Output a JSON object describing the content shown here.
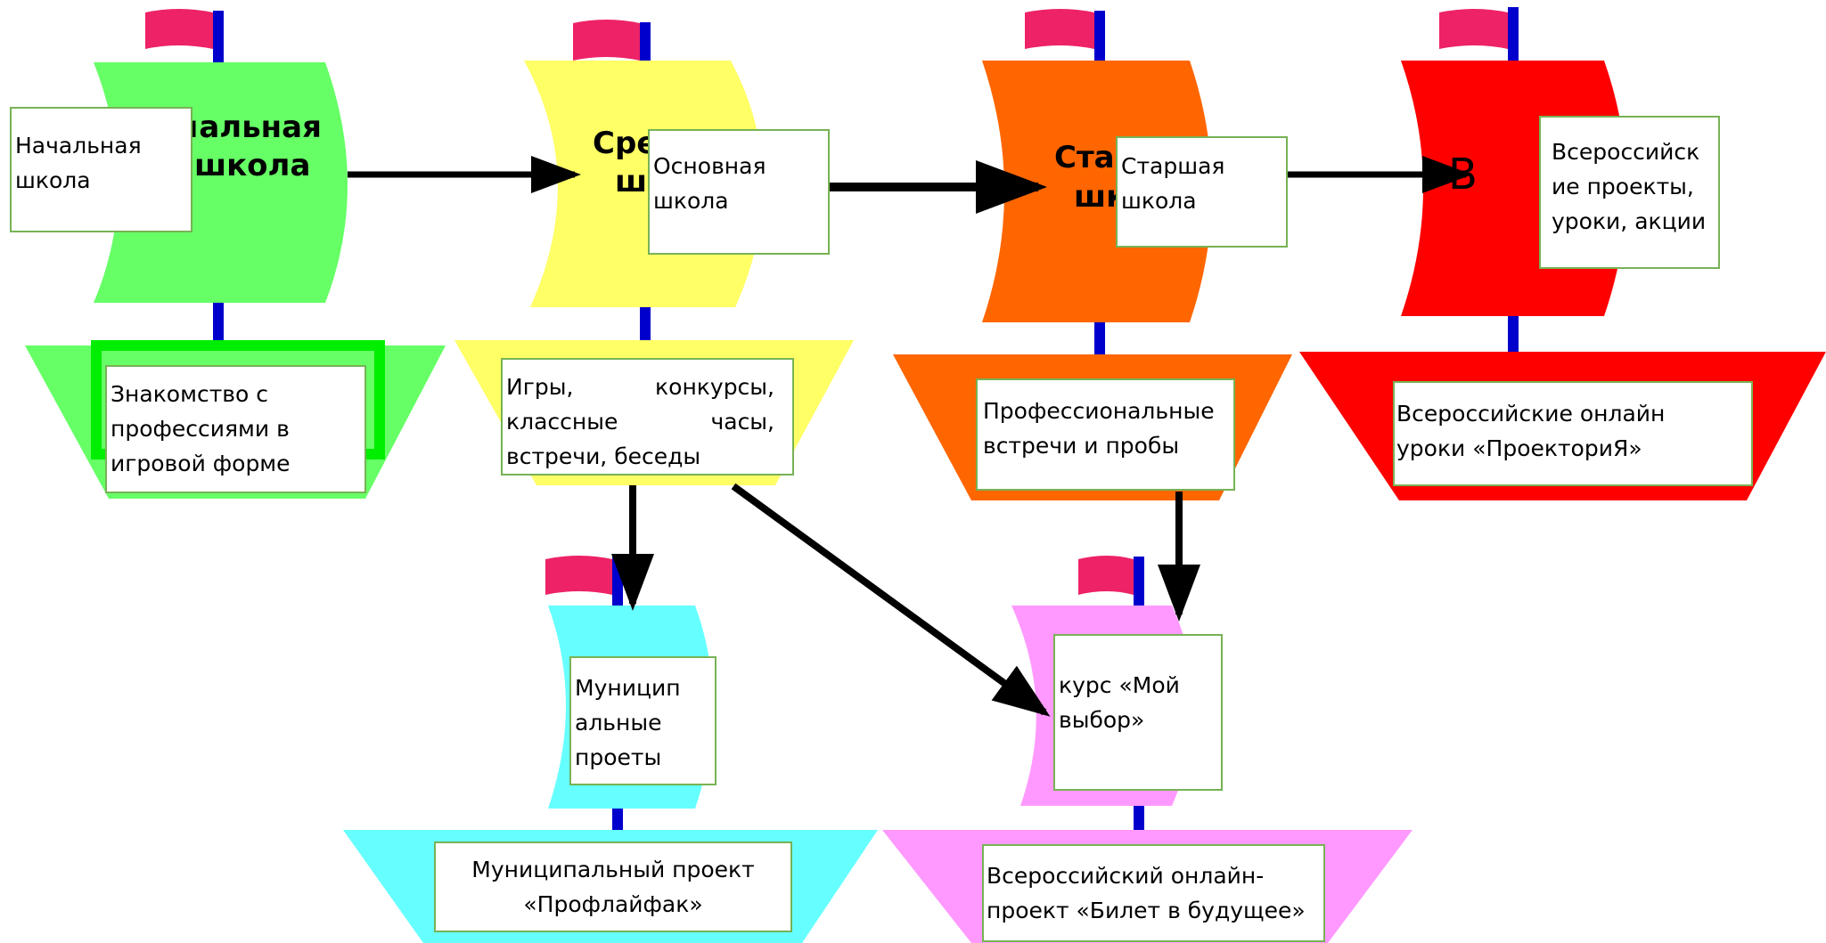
{
  "colors": {
    "stage1": "#66ff66",
    "stage2": "#ffff66",
    "stage3": "#ff6600",
    "stage4": "#ff0000",
    "municipal": "#66ffff",
    "course": "#ff99ff",
    "flag": "#ee2266",
    "mast": "#0000cc",
    "box_border": "#77b255"
  },
  "ships": {
    "stage1": {
      "sail_fragment": [
        "чальная",
        "школа"
      ],
      "sail_label": "Начальная\nшкола",
      "hull_label": "Знакомство с\nпрофессиями в\nигровой форме"
    },
    "stage2": {
      "sail_fragment": [
        "Сре",
        "шк"
      ],
      "sail_label": "Основная\nшкола",
      "hull_label": "Игры, конкурсы, классные часы, встречи, беседы"
    },
    "stage3": {
      "sail_fragment": [
        "Ста",
        "шк"
      ],
      "sail_label": "Старшая\nшкола",
      "hull_label": "Профессиональные\nвстречи и пробы"
    },
    "stage4": {
      "sail_fragment": [
        "В"
      ],
      "sail_label": "Всероссийск\nие проекты,\nуроки, акции",
      "hull_label": "Всероссийские онлайн\nуроки «ПроекториЯ»"
    },
    "municipal": {
      "sail_label": "Муницип\nальные\nпроеты",
      "hull_label": "Муниципальный проект\n«Профлайфак»"
    },
    "course": {
      "sail_label": "курс «Мой\nвыбор»",
      "hull_label": "Всероссийский онлайн-\nпроект «Билет в будущее»"
    }
  }
}
